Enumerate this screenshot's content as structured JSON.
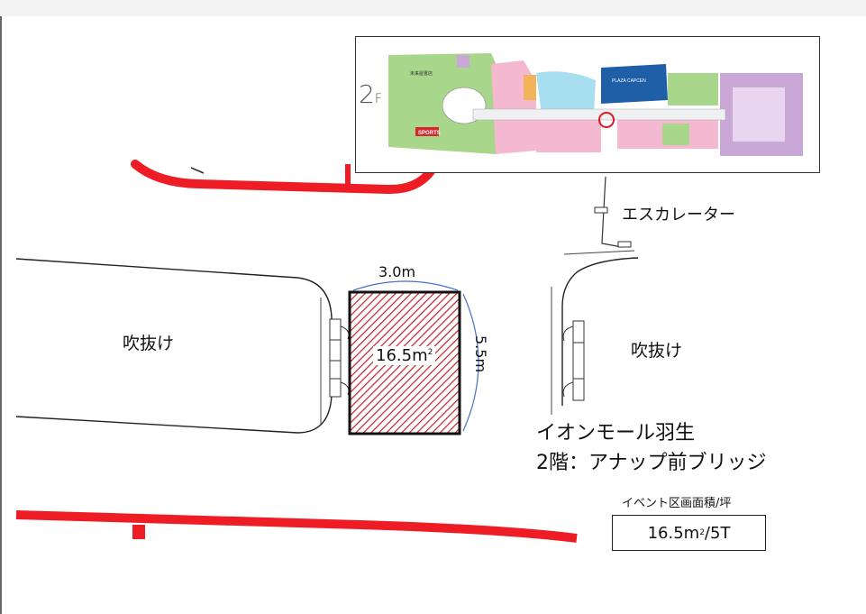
{
  "map": {
    "void_left": "吹抜け",
    "void_right": "吹抜け",
    "escalator": "エスカレーター",
    "booth": {
      "width": "3.0m",
      "depth": "5.5m",
      "area": "16.5",
      "area_unit": "m",
      "area_sup": "2"
    },
    "mall_name": "イオンモール羽生",
    "location": "2階：アナップ前ブリッジ",
    "area_caption": "イベント区画面積/坪",
    "area_summary": {
      "value": "16.5",
      "unit": "m",
      "sup": "2",
      "tsubo": "/5T"
    }
  },
  "inset": {
    "floor": "2",
    "floor_suffix": "F",
    "labels": {
      "sports": "SPORTS",
      "plaza": "PLAZA CAPCEN",
      "shop": "未来屋書店"
    }
  },
  "colors": {
    "red_line": "#ee1c25",
    "booth_hatch": "#c8202d",
    "inset_green": "#a8d68a",
    "inset_pink": "#f4b8d0",
    "inset_purple": "#c9a8d8",
    "inset_blue": "#1f5fa8",
    "inset_aqua": "#a8dff0",
    "inset_orange": "#f3b35a"
  },
  "icons": {
    "marker": "red-circle-marker"
  }
}
